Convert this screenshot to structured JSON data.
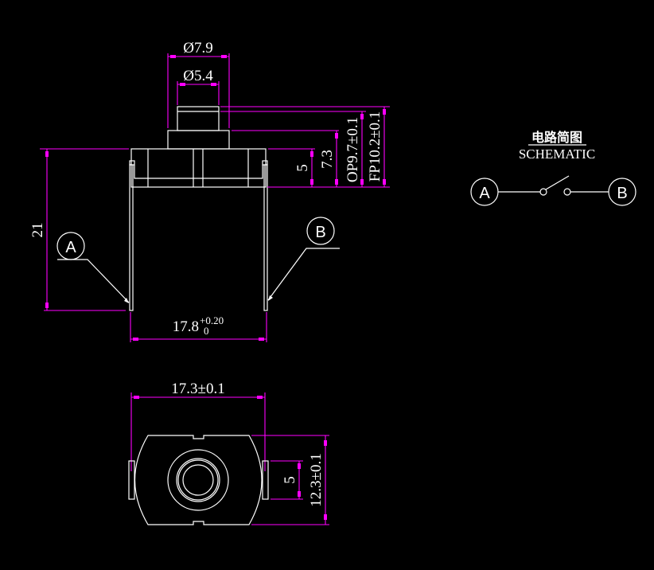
{
  "colors": {
    "background": "#000000",
    "geometry": "#ffffff",
    "dimension": "#ff00ff"
  },
  "side_view": {
    "dim_outer_diameter": "Ø7.9",
    "dim_inner_diameter": "Ø5.4",
    "dim_body_height": "5",
    "dim_cap_height": "7.3",
    "dim_operating_position": "OP9.7±0.1",
    "dim_free_position": "FP10.2±0.1",
    "dim_total_height": "21",
    "dim_width_base": "17.8",
    "dim_width_tol_upper": "+0.20",
    "dim_width_tol_lower": "0",
    "terminal_a": "A",
    "terminal_b": "B"
  },
  "bottom_view": {
    "dim_width": "17.3±0.1",
    "dim_depth": "12.3±0.1",
    "dim_tab": "5"
  },
  "schematic": {
    "title_cn": "电路简图",
    "title_en": "SCHEMATIC",
    "terminal_a": "A",
    "terminal_b": "B"
  }
}
